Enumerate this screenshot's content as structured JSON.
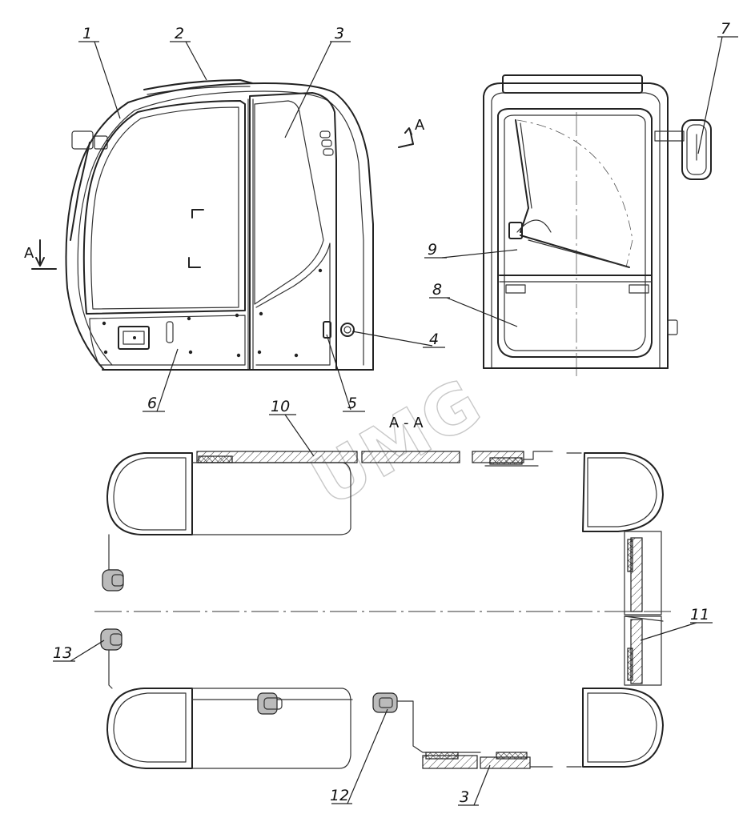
{
  "callouts": {
    "c1": "1",
    "c2": "2",
    "c3_top": "3",
    "c4": "4",
    "c5": "5",
    "c6": "6",
    "c7": "7",
    "c8": "8",
    "c9": "9",
    "c10": "10",
    "c11": "11",
    "c12": "12",
    "c13": "13",
    "c3_bottom": "3"
  },
  "section_markers": {
    "view_arrow_label": "A",
    "cut_arrow_label": "A",
    "section_title": "A - A"
  },
  "watermark": "UMG",
  "colors": {
    "line": "#222222",
    "seal": "#bbbbbb",
    "background": "#ffffff"
  }
}
